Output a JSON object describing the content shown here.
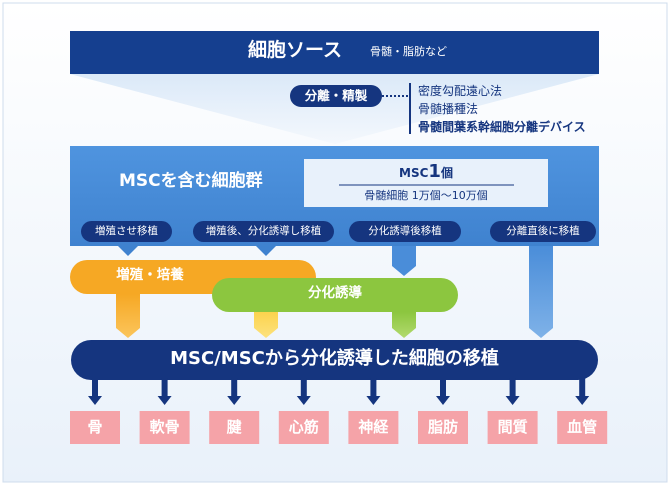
{
  "source": {
    "title": "細胞ソース",
    "subtitle": "骨髄・脂肪など"
  },
  "separation": {
    "label": "分離・精製",
    "methods": [
      "密度勾配遠心法",
      "骨髄播種法",
      "骨髄間葉系幹細胞分離デバイス"
    ]
  },
  "msc_group": {
    "title": "MSCを含む細胞群",
    "count_prefix": "MSC",
    "count_num": "1",
    "count_unit": "個",
    "ratio": "骨髄細胞 1万個～10万個"
  },
  "routes": [
    "増殖させ移植",
    "増殖後、分化誘導し移植",
    "分化誘導後移植",
    "分離直後に移植"
  ],
  "processes": {
    "proliferation": "増殖・培養",
    "differentiation": "分化誘導"
  },
  "transplant": {
    "title": "MSC/MSCから分化誘導した細胞の移植"
  },
  "targets": [
    "骨",
    "軟骨",
    "腱",
    "心筋",
    "神経",
    "脂肪",
    "間質",
    "血管"
  ],
  "colors": {
    "navy": "#15357f",
    "blue": "#4a8dd9",
    "orange": "#f6a824",
    "green": "#8cc63f",
    "pink": "#f5a3a8"
  }
}
